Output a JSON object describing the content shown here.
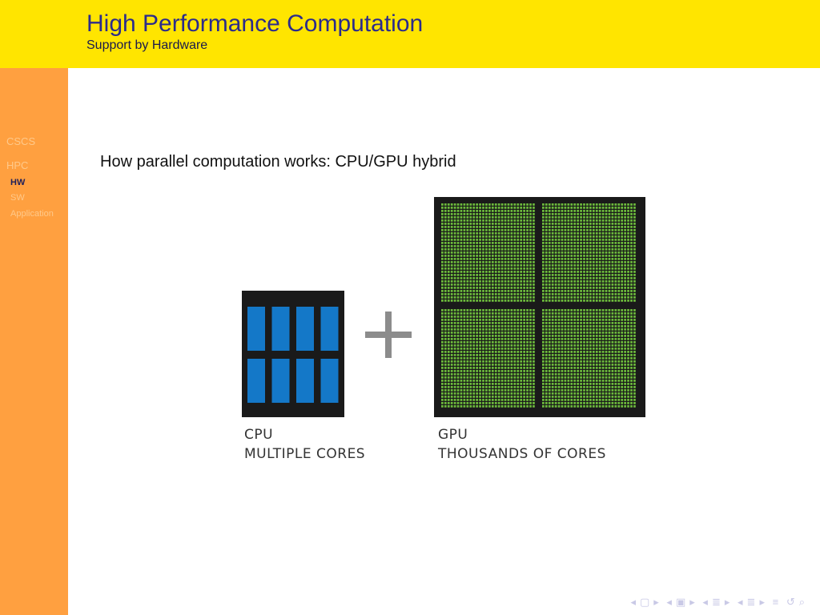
{
  "header": {
    "title": "High Performance Computation",
    "subtitle": "Support by Hardware"
  },
  "sidebar": {
    "sections": [
      {
        "label": "CSCS"
      },
      {
        "label": "HPC"
      }
    ],
    "subsections": [
      {
        "label": "HW",
        "active": true
      },
      {
        "label": "SW",
        "active": false
      },
      {
        "label": "Application",
        "active": false
      }
    ]
  },
  "content": {
    "text": "How parallel computation works: CPU/GPU hybrid",
    "figure": {
      "cpu_label_1": "CPU",
      "cpu_label_2": "MULTIPLE CORES",
      "gpu_label_1": "GPU",
      "gpu_label_2": "THOUSANDS OF CORES",
      "cpu_core_color": "#1478c8",
      "gpu_core_color": "#6cba3c",
      "chip_color": "#1a1a1a",
      "plus_color": "#8c8c8c"
    }
  },
  "navbar": {
    "icons": [
      "arrow-left-icon",
      "frame-icon",
      "arrow-right-icon",
      "arrow-left-icon",
      "subsection-icon",
      "arrow-right-icon",
      "arrow-left-icon",
      "section-icon",
      "arrow-right-icon",
      "arrow-left-icon",
      "section-icon",
      "arrow-right-icon",
      "align-icon",
      "back-icon",
      "search-icon"
    ]
  }
}
